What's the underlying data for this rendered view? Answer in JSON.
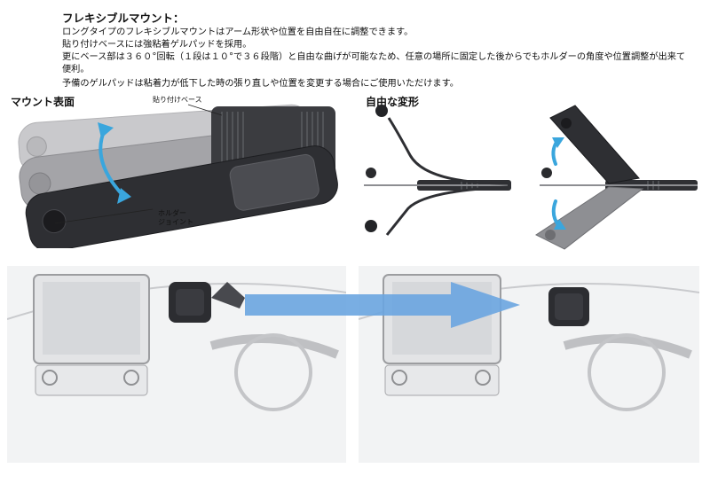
{
  "header": {
    "title": "フレキシブルマウント：",
    "lines": [
      "ロングタイプのフレキシブルマウントはアーム形状や位置を自由自在に調整できます。",
      "貼り付けベースには強粘着ゲルパッドを採用。",
      "更にベース部は３６０°回転（１段は１０°で３６段階）と自由な曲げが可能なため、任意の場所に固定した後からでもホルダーの角度や位置調整が出来て",
      "便利。",
      "予備のゲルパッドは粘着力が低下した時の張り直しや位置を変更する場合にご使用いただけます。"
    ]
  },
  "panel_mount": {
    "heading": "マウント表面",
    "label_base": "貼り付けベース",
    "label_joint_line1": "ホルダー",
    "label_joint_line2": "ジョイント"
  },
  "panel_flex": {
    "heading": "自由な変形"
  },
  "colors": {
    "arrow_blue": "#3aa6dd",
    "arrow_fill": "#6aa5e0",
    "mount_dark": "#2e2f33"
  }
}
